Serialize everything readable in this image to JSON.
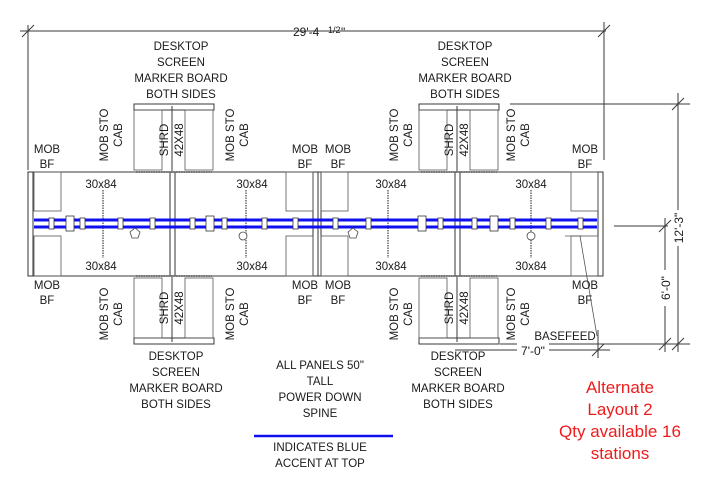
{
  "dimensions": {
    "overall_width": "29'-4",
    "overall_width_fraction": "1/2",
    "overall_width_inch": "\"",
    "overall_depth": "12'-3\"",
    "half_depth": "6'-0\"",
    "station_width": "7'-0\""
  },
  "desk_callouts": {
    "line1": "DESKTOP",
    "line2": "SCREEN",
    "line3": "MARKER BOARD",
    "line4": "BOTH SIDES"
  },
  "furniture": {
    "mob_line1": "MOB",
    "mob_line2": "BF",
    "sto_line1": "MOB STO",
    "sto_line2": "CAB",
    "shred": "SHRD",
    "table": "42X48",
    "worksurface": "30x84",
    "basefeed": "BASEFEED"
  },
  "notes": {
    "panels_line1": "ALL PANELS 50\"",
    "panels_line2": "TALL",
    "panels_line3": "POWER DOWN",
    "panels_line4": "SPINE",
    "legend_line1": "INDICATES BLUE",
    "legend_line2": "ACCENT AT TOP"
  },
  "title": {
    "line1": "Alternate",
    "line2": "Layout 2",
    "line3": "Qty available 16",
    "line4": "stations"
  },
  "colors": {
    "accent_blue": "#1010ee",
    "title_red": "#ee1c1c",
    "linework": "#3a3a3a"
  }
}
